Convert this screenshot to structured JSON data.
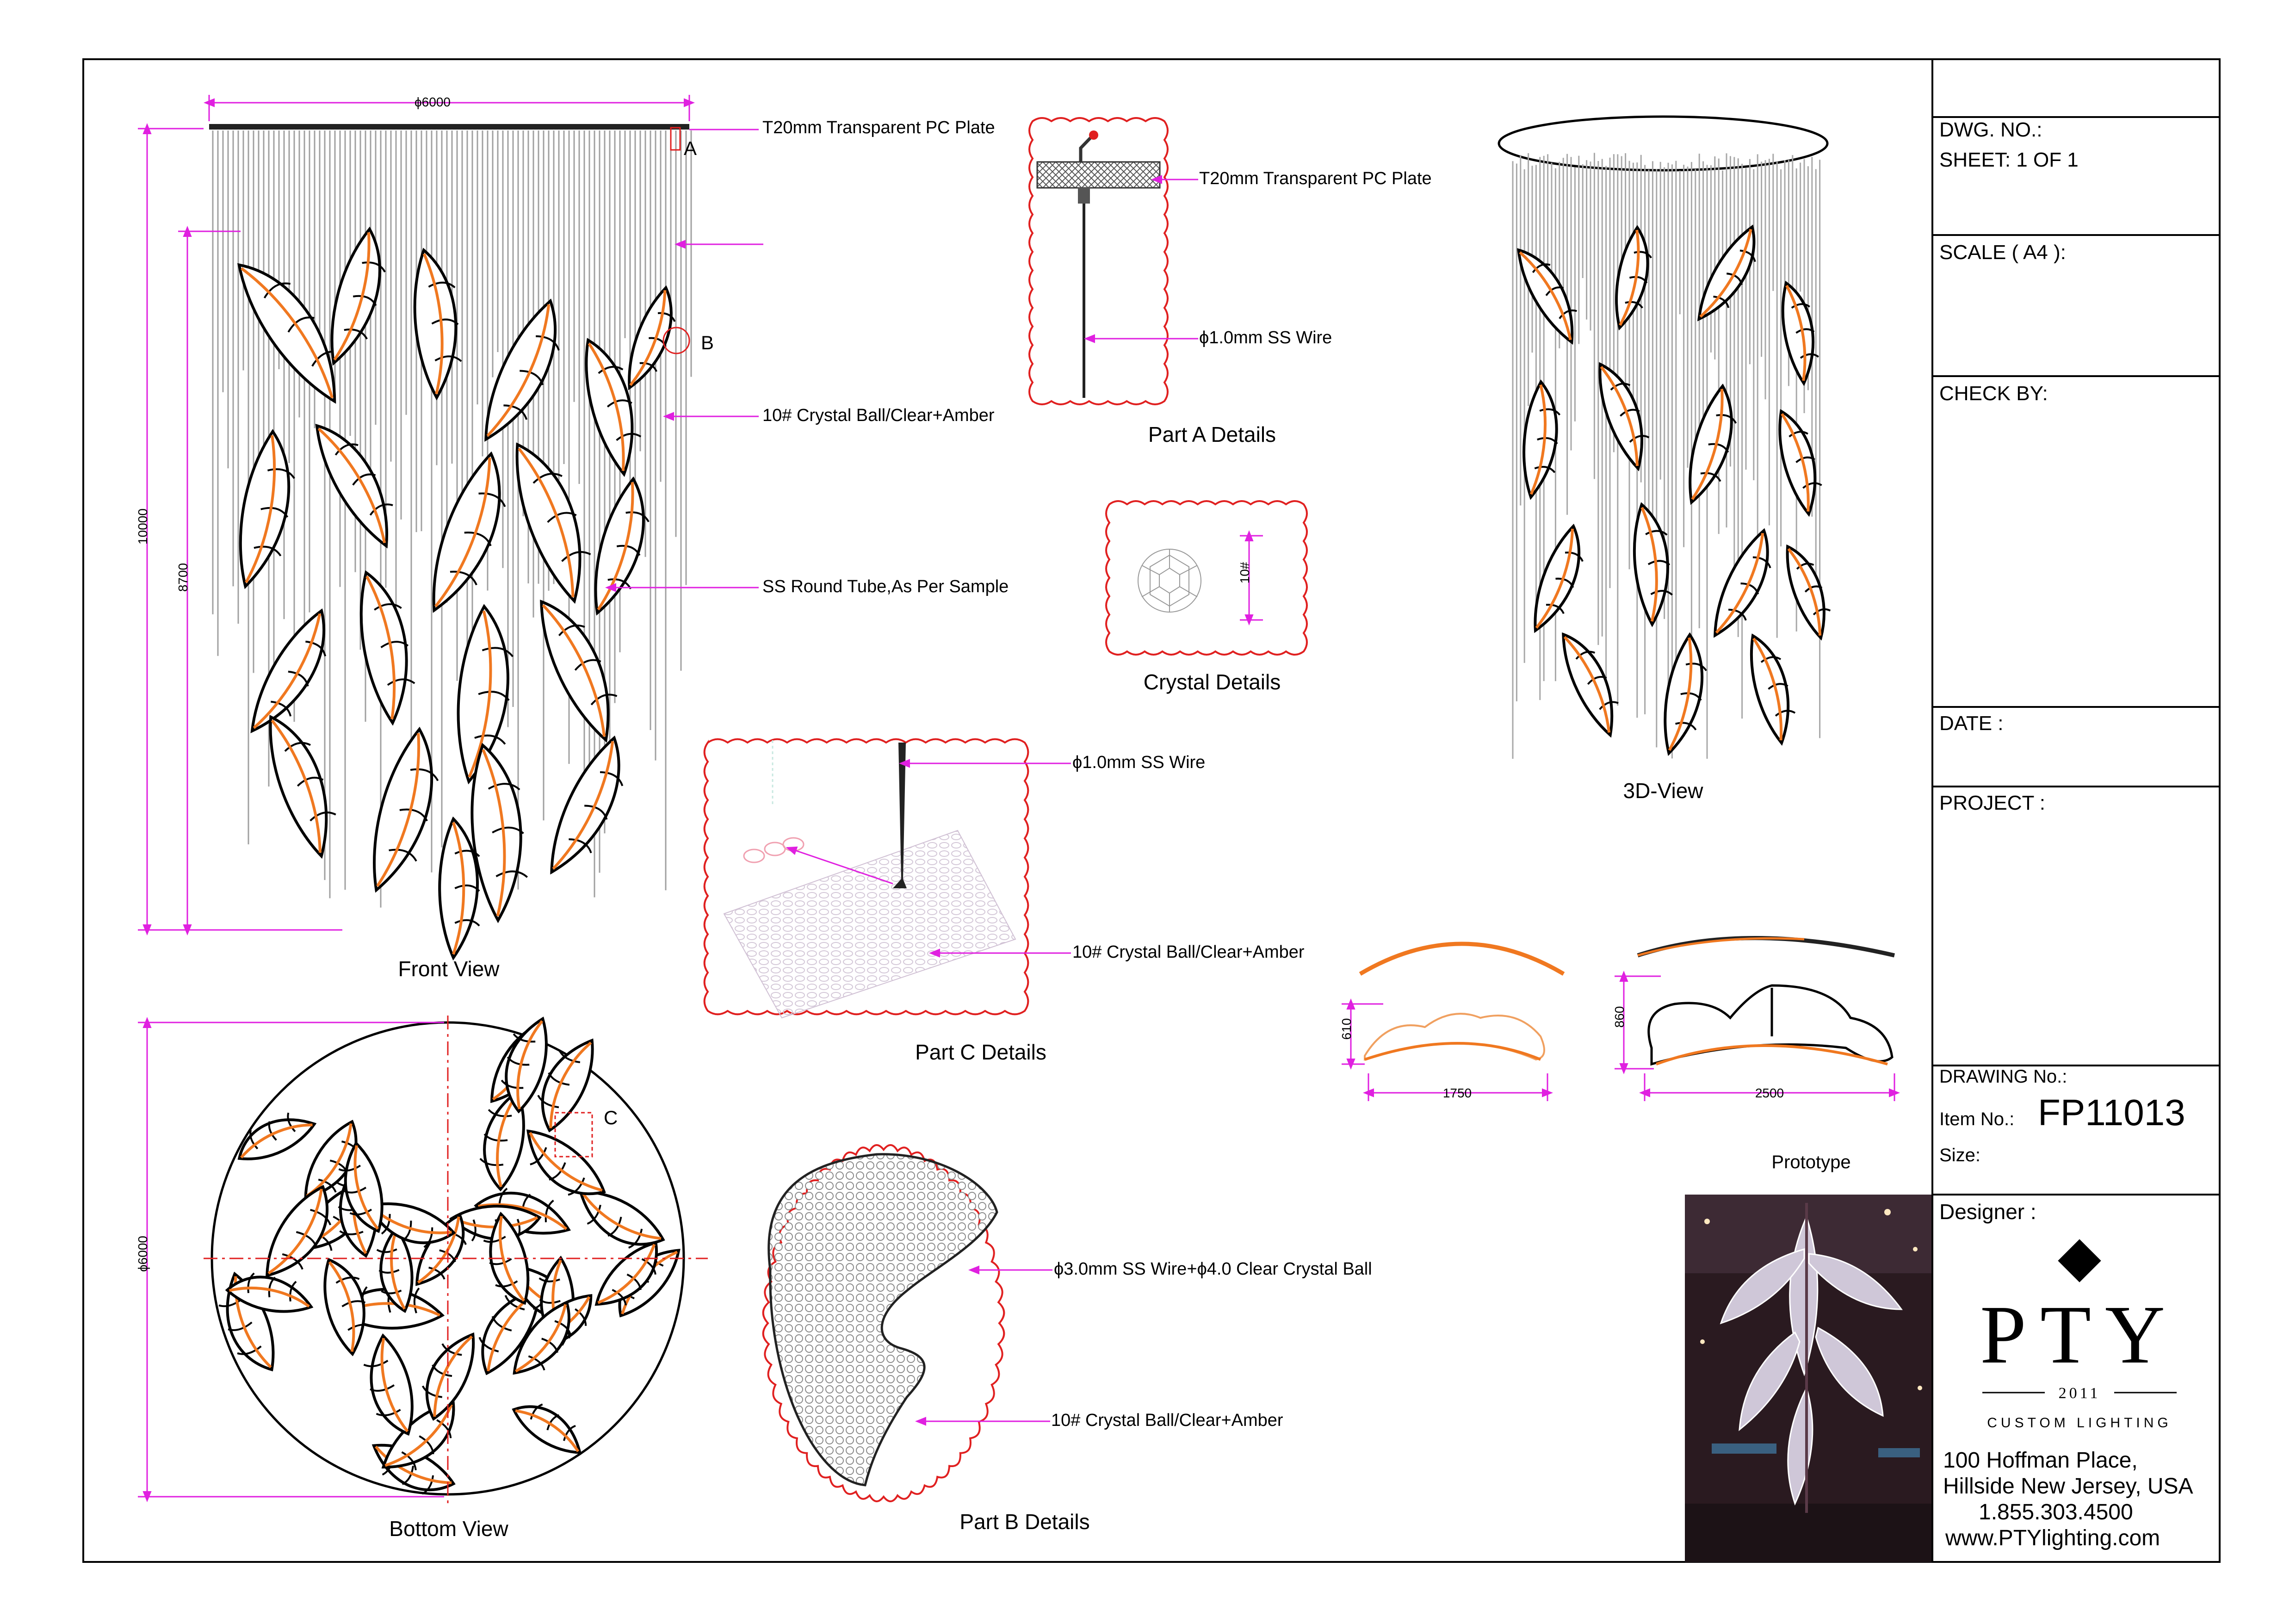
{
  "views": {
    "front": "Front View",
    "bottom": "Bottom View",
    "three_d": "3D-View",
    "part_a": "Part A Details",
    "part_b": "Part B Details",
    "part_c": "Part C Details",
    "crystal": "Crystal Details",
    "prototype": "Prototype"
  },
  "callouts": {
    "pc_plate_front": "T20mm Transparent PC Plate",
    "crystal_ball_front": "10# Crystal Ball/Clear+Amber",
    "ss_tube": "SS Round Tube,As Per Sample",
    "pc_plate_a": "T20mm Transparent PC Plate",
    "ss_wire_a": "ϕ1.0mm SS Wire",
    "ss_wire_c": "ϕ1.0mm SS Wire",
    "crystal_ball_c": "10# Crystal Ball/Clear+Amber",
    "ss_wire_b": "ϕ3.0mm SS Wire+ϕ4.0 Clear Crystal Ball",
    "crystal_ball_b": "10# Crystal Ball/Clear+Amber",
    "marker_a": "A",
    "marker_b": "B",
    "marker_c": "C"
  },
  "dimensions": {
    "front_width": "ϕ6000",
    "front_total_height": "10000",
    "front_body_height": "8700",
    "bottom_dia": "ϕ6000",
    "crystal_size": "10#",
    "proto_small_height": "610",
    "proto_small_width": "1750",
    "proto_large_height": "860",
    "proto_large_width": "2500"
  },
  "title_block": {
    "dwg_no": "DWG. NO.:",
    "sheet": "SHEET: 1 OF 1",
    "scale": "SCALE ( A4 ):",
    "check_by": "CHECK BY:",
    "date": "DATE :",
    "project": "PROJECT :",
    "drawing_no": "DRAWING No.:",
    "item_no_label": "Item No.:",
    "item_no_value": "FP11013",
    "size": "Size:",
    "designer": "Designer :"
  },
  "company": {
    "logo_text": "PTY",
    "logo_year": "2011",
    "logo_sub": "CUSTOM LIGHTING",
    "address_1": "100 Hoffman Place,",
    "address_2": "Hillside New Jersey, USA",
    "phone": "1.855.303.4500",
    "website": "www.PTYlighting.com"
  },
  "colors": {
    "dimension": "#e020e0",
    "amber": "#f07820",
    "detail_border": "#e02020",
    "wire": "#a0a0a0",
    "ink": "#000000"
  }
}
